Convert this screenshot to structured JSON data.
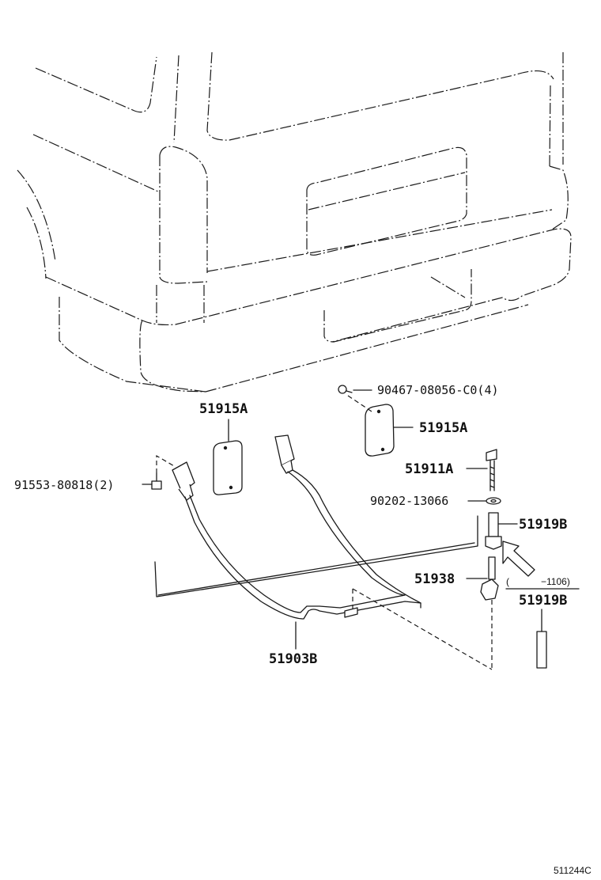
{
  "parts": {
    "p51915A_left": "51915A",
    "p51915A_right": "51915A",
    "p90467": "90467-08056-C0(4)",
    "p91553": "91553-80818(2)",
    "p51911A": "51911A",
    "p90202": "90202-13066",
    "p51919B_top": "51919B",
    "p51938": "51938",
    "p51919B_bottom": "51919B",
    "p51903B": "51903B"
  },
  "applicability": {
    "open": "(",
    "range": "−1106)"
  },
  "footer": {
    "diagram_code": "511244C"
  }
}
